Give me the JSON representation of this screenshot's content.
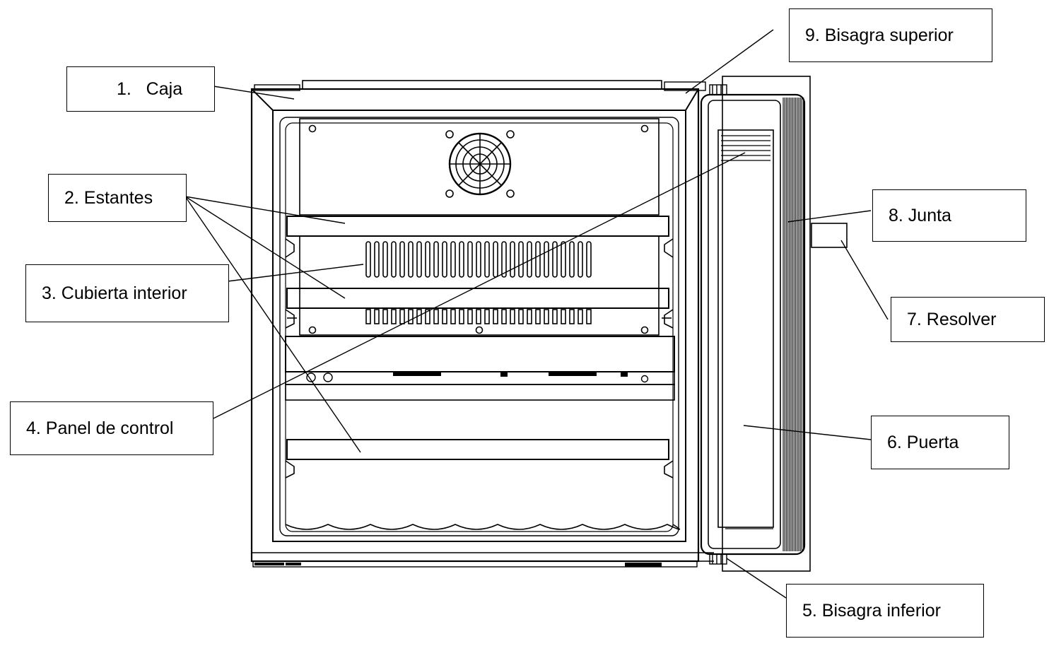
{
  "callouts": {
    "caja": "1.   Caja",
    "estantes": "2. Estantes",
    "cubierta": "3. Cubierta interior",
    "panel": "4. Panel de control",
    "bisagra_inferior": "5. Bisagra inferior",
    "puerta": "6. Puerta",
    "resolver": "7. Resolver",
    "junta": "8. Junta",
    "bisagra_superior": "9. Bisagra superior"
  },
  "colors": {
    "stroke": "#000000",
    "background": "#ffffff"
  }
}
